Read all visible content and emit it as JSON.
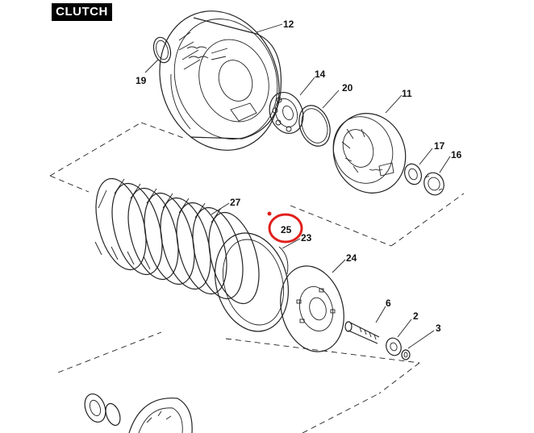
{
  "title": "CLUTCH",
  "callouts": [
    {
      "id": "12",
      "label": "12"
    },
    {
      "id": "19",
      "label": "19"
    },
    {
      "id": "14",
      "label": "14"
    },
    {
      "id": "20",
      "label": "20"
    },
    {
      "id": "11",
      "label": "11"
    },
    {
      "id": "17",
      "label": "17"
    },
    {
      "id": "16",
      "label": "16"
    },
    {
      "id": "27",
      "label": "27"
    },
    {
      "id": "25",
      "label": "25"
    },
    {
      "id": "23",
      "label": "23"
    },
    {
      "id": "24",
      "label": "24"
    },
    {
      "id": "6",
      "label": "6"
    },
    {
      "id": "2",
      "label": "2"
    },
    {
      "id": "3",
      "label": "3"
    }
  ],
  "highlight": {
    "target": "25",
    "color": "#e0201c"
  },
  "colors": {
    "line": "#222222",
    "badge_bg": "#000000",
    "badge_text": "#ffffff",
    "highlight": "#e0201c"
  }
}
